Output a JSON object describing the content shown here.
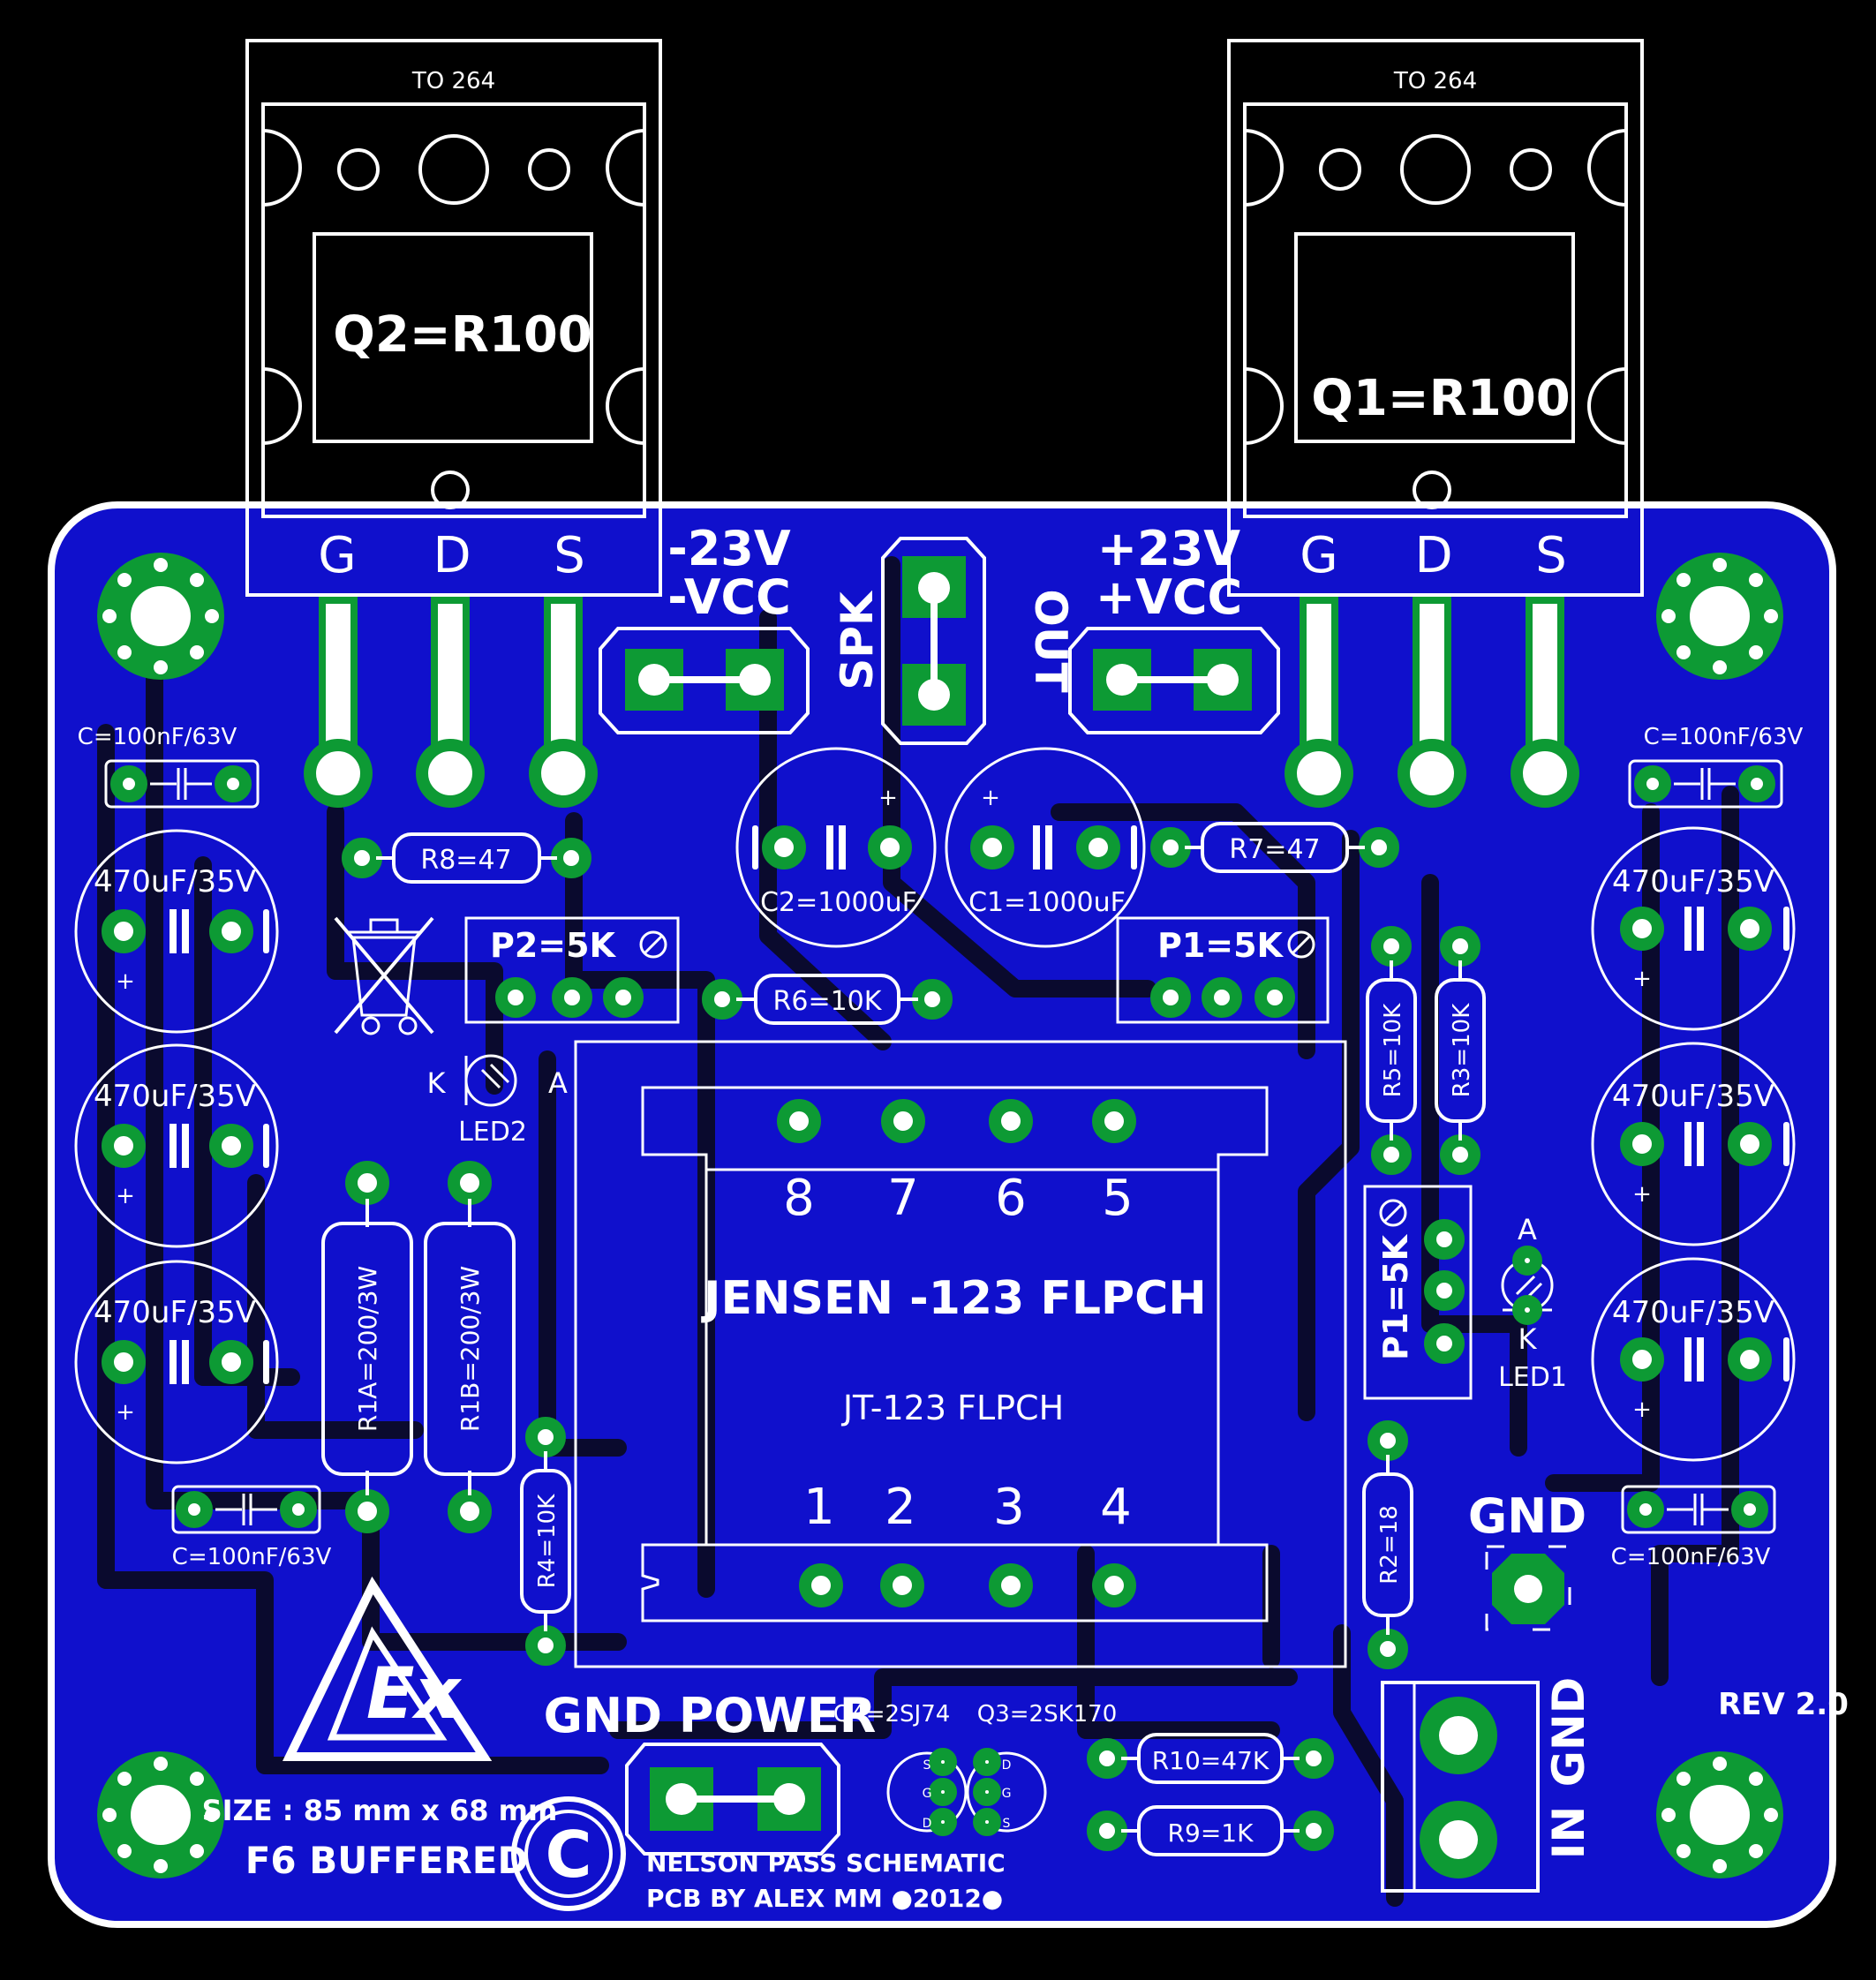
{
  "colors": {
    "background": "#000000",
    "copper": "#1010cc",
    "gap": "#0a0a2e",
    "pad": "#0d9a34",
    "silk": "#ffffff"
  },
  "q2": {
    "package": "TO 264",
    "label": "Q2=R100",
    "pins": [
      "G",
      "D",
      "S"
    ]
  },
  "q1": {
    "package": "TO 264",
    "label": "Q1=R100",
    "pins": [
      "G",
      "D",
      "S"
    ]
  },
  "neg_supply": {
    "line1": "-23V",
    "line2": "-VCC"
  },
  "pos_supply": {
    "line1": "+23V",
    "line2": "+VCC"
  },
  "speaker": {
    "left": "SPK",
    "right": "OUT"
  },
  "capacitors": {
    "small_tl": "C=100nF/63V",
    "small_tr": "C=100nF/63V",
    "small_bl": "C=100nF/63V",
    "small_br": "C=100nF/63V",
    "elec": "470uF/35V",
    "plus": "+",
    "c1": "C1=1000uF",
    "c2": "C2=1000uF"
  },
  "resistors": {
    "r8": "R8=47",
    "r7": "R7=47",
    "r6": "R6=10K",
    "r5": "R5=10K",
    "r3": "R3=10K",
    "r1a": "R1A=200/3W",
    "r1b": "R1B=200/3W",
    "r4": "R4=10K",
    "r2": "R2=18",
    "r10": "R10=47K",
    "r9": "R9=1K"
  },
  "pots": {
    "p2": "P2=5K",
    "p1": "P1=5K",
    "p1v": "P1=5K"
  },
  "leds": {
    "led2": "LED2",
    "led1": "LED1",
    "anode": "A",
    "cathode": "K"
  },
  "transformer": {
    "title": "JENSEN -123 FLPCH",
    "subtitle": "JT-123 FLPCH",
    "top_pins": [
      "8",
      "7",
      "6",
      "5"
    ],
    "bottom_pins": [
      "1",
      "2",
      "3",
      "4"
    ]
  },
  "gnd_power": "GND POWER",
  "q4": "Q4=2SJ74",
  "q3": "Q3=2SK170",
  "gnd": "GND",
  "input": {
    "gnd": "GND",
    "in": "IN"
  },
  "rev": "REV 2.0",
  "size": "SIZE : 85 mm x 68 mm",
  "project": "F6 BUFFERED",
  "copyright_symbol": "C",
  "credit1": "NELSON PASS SCHEMATIC",
  "credit2": "PCB BY ALEX MM ●2012●",
  "jfet_pins": {
    "s": "S",
    "g": "G",
    "d": "D"
  },
  "icons": [
    "weee-bin-icon",
    "mounting-hole-icon",
    "potentiometer-icon",
    "led-icon",
    "logo-icon",
    "copyright-icon"
  ]
}
